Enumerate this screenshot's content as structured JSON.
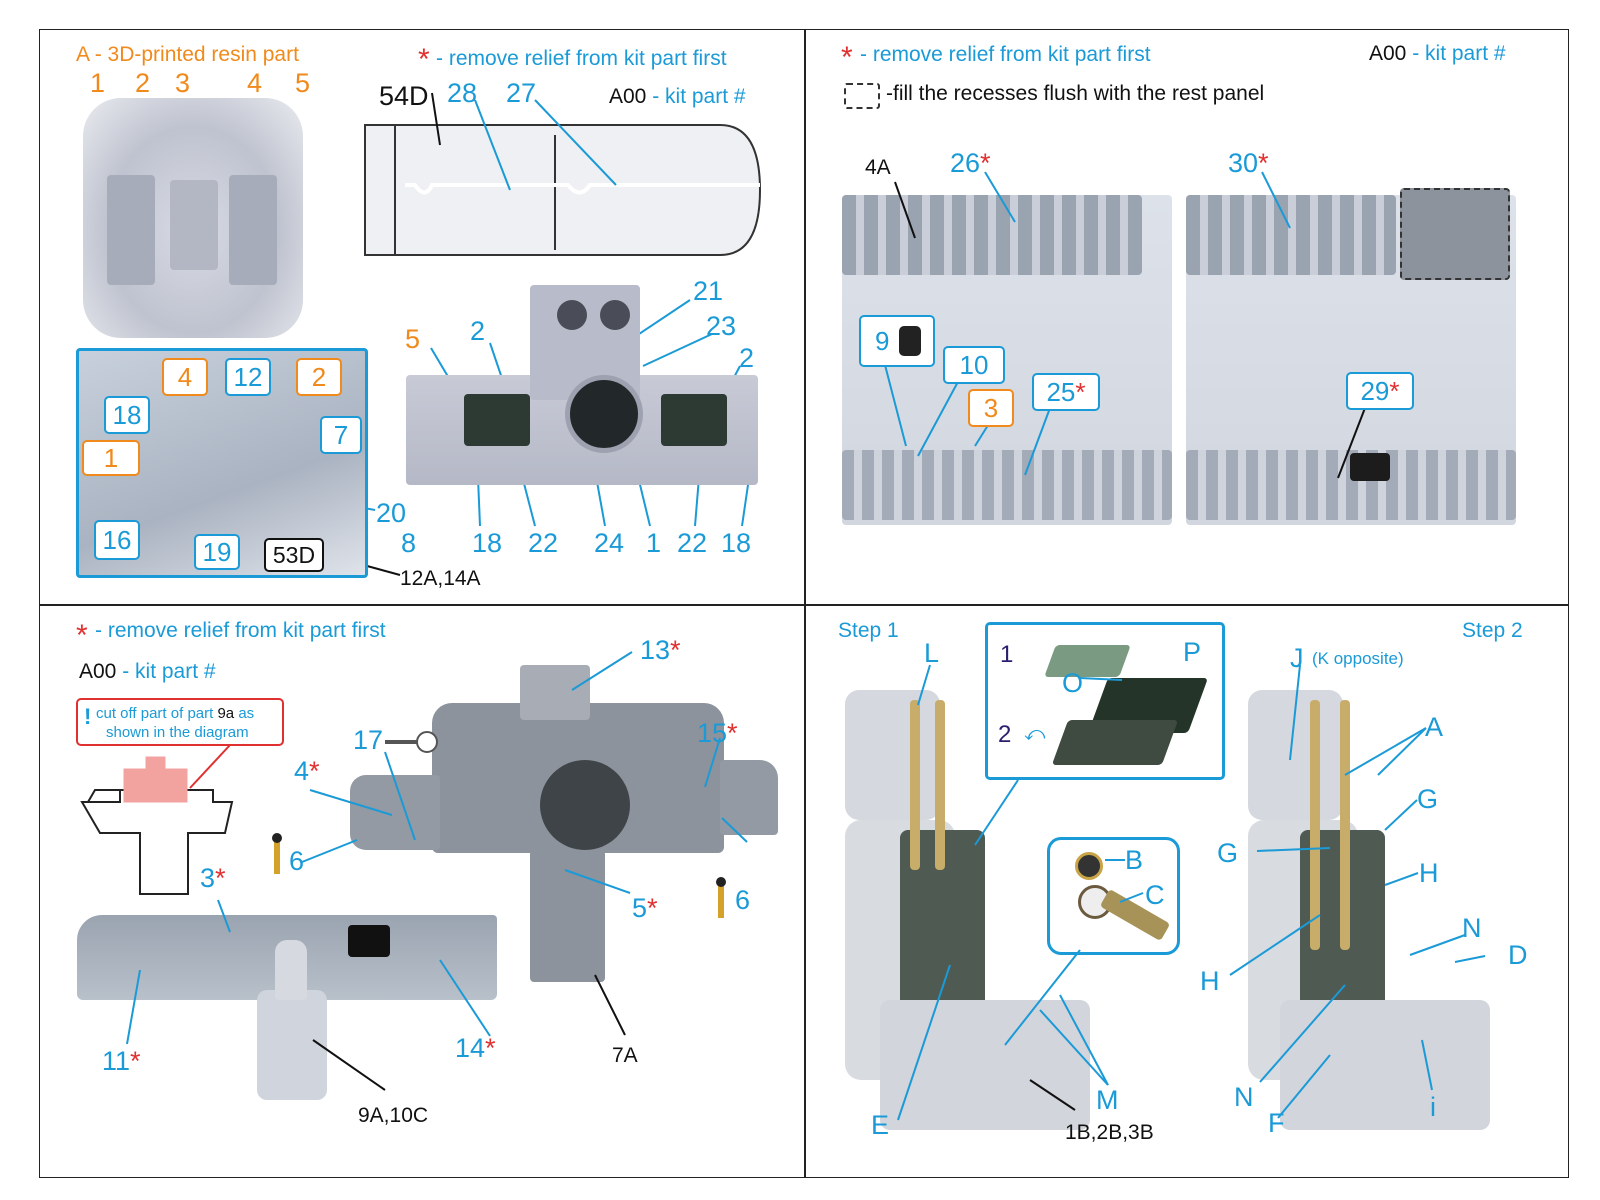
{
  "q1": {
    "legend_resin_letter": "A",
    "legend_resin_text": " - 3D-printed resin part",
    "legend_star_text": " - remove relief from kit part first",
    "legend_kit_code": "A00",
    "legend_kit_text": " - kit part #",
    "box_labels": [
      "1",
      "2",
      "3",
      "4",
      "5"
    ],
    "canopy_labels": [
      "54D",
      "28",
      "27"
    ],
    "inset_labels": {
      "l4": "4",
      "l12": "12",
      "l2": "2",
      "l18": "18",
      "l7": "7",
      "l1": "1",
      "l20": "20",
      "l16": "16",
      "l19": "19",
      "l8": "8",
      "l53d": "53D",
      "l12a": "12A,14A"
    },
    "panel_labels": {
      "l5": "5",
      "l2a": "2",
      "l21": "21",
      "l23": "23",
      "l2b": "2",
      "l18a": "18",
      "l22a": "22",
      "l24": "24",
      "l1": "1",
      "l22b": "22",
      "l18b": "18"
    }
  },
  "q2": {
    "legend_star_text": " - remove relief from kit part first",
    "legend_kit_code": "A00",
    "legend_kit_text": " - kit part #",
    "legend_fill_text": "-fill the recesses flush with the rest panel",
    "labels": {
      "l4a": "4A",
      "l26": "26",
      "l30": "30",
      "l9": "9",
      "l10": "10",
      "l3": "3",
      "l25": "25",
      "l29": "29"
    }
  },
  "q3": {
    "legend_star_text": " - remove relief from kit part first",
    "legend_kit_code": "A00",
    "legend_kit_text": " - kit part #",
    "note_mark": "!",
    "note_line1_a": "cut off part of part ",
    "note_line1_b": "9a",
    "note_line1_c": " as",
    "note_line2": "shown in the diagram",
    "labels": {
      "l13": "13",
      "l17": "17",
      "l15": "15",
      "l4": "4",
      "l6a": "6",
      "l3": "3",
      "l5": "5",
      "l6b": "6",
      "l11": "11",
      "l14": "14",
      "l7a": "7A",
      "l9a": "9A,10C"
    }
  },
  "q4": {
    "step1": "Step 1",
    "step2": "Step 2",
    "inset_steps": [
      "1",
      "2"
    ],
    "labels": {
      "L": "L",
      "O": "O",
      "P": "P",
      "B": "B",
      "C": "C",
      "E": "E",
      "M": "M",
      "seat": "1B,2B,3B",
      "J": "J",
      "Kopp": "(K opposite)",
      "A": "A",
      "G1": "G",
      "G2": "G",
      "H1": "H",
      "H2": "H",
      "N1": "N",
      "N2": "N",
      "D": "D",
      "F": "F",
      "i": "i"
    }
  },
  "star": "*"
}
